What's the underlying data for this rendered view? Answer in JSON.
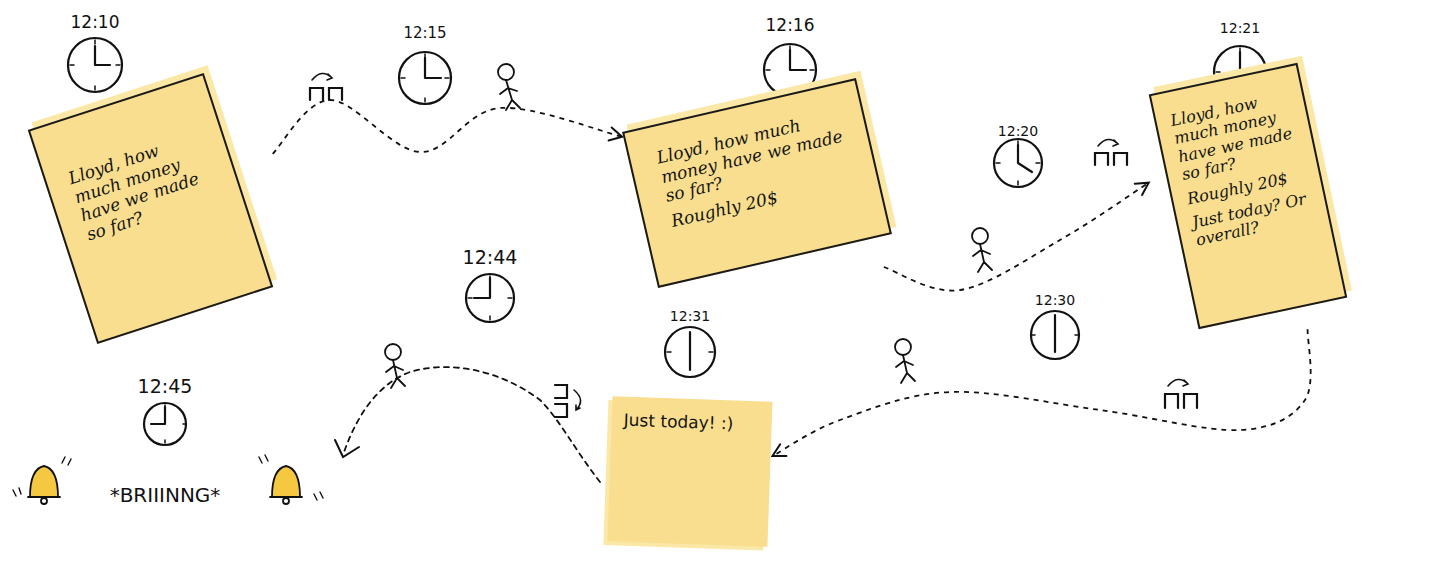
{
  "diagram": {
    "nodes": [
      {
        "text": [
          "Lloyd, how much money have we made so far?"
        ]
      },
      {
        "text": [
          "Lloyd, how much money have we made so far?",
          "Roughly 20$"
        ]
      },
      {
        "text": [
          "Lloyd, how much money have we made so far?",
          "Roughly 20$",
          "Just today? Or overall?"
        ]
      },
      {
        "text": [
          "Just today! :)"
        ]
      }
    ],
    "edges": [
      {
        "from": 0,
        "to": 1,
        "arrow": "to"
      },
      {
        "from": 1,
        "to": 2,
        "arrow": "to"
      },
      {
        "from": 2,
        "to": 3,
        "arrow": "to"
      }
    ],
    "labels": [
      "12:10",
      "12:15",
      "12:16",
      "12:20",
      "12:21",
      "12:30",
      "12:31",
      "12:44",
      "12:45",
      "*BRIIINNG*"
    ]
  }
}
